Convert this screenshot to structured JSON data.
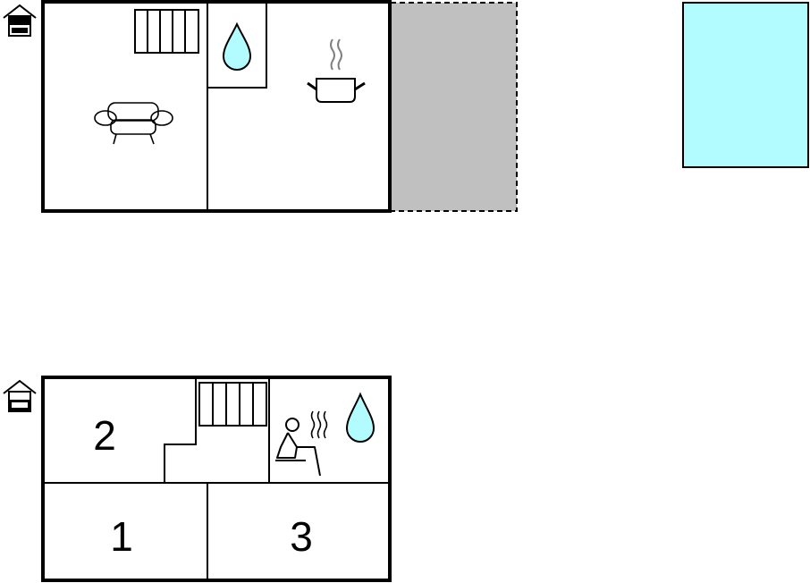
{
  "colors": {
    "wall": "#000000",
    "terrace": "#c0c0c0",
    "pool": "#b2fcff",
    "water_drop": "#b2fcff",
    "steam": "#808080"
  },
  "floors": [
    {
      "level": "upper",
      "rooms": [
        {
          "icon": "sofa-icon",
          "label": ""
        },
        {
          "icon": "water-drop-icon",
          "label": ""
        },
        {
          "icon": "cooking-pot-icon",
          "label": ""
        }
      ],
      "icons": [
        "house-floor-icon",
        "stairs-icon"
      ]
    },
    {
      "level": "lower",
      "rooms": [
        {
          "label": "2"
        },
        {
          "label": "1"
        },
        {
          "label": "3"
        },
        {
          "icon": "sauna-icon",
          "label": ""
        }
      ],
      "icons": [
        "house-floor-icon",
        "stairs-icon",
        "water-drop-icon"
      ]
    }
  ],
  "labels": {
    "room_2": "2",
    "room_1": "1",
    "room_3": "3"
  },
  "features": [
    "terrace",
    "pool"
  ]
}
